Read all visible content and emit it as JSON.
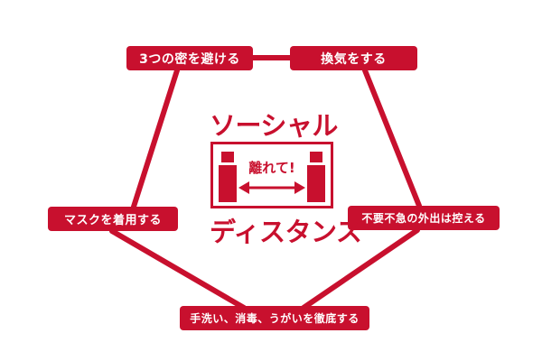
{
  "boxes": {
    "top_left": "3つの密を避ける",
    "top_right": "換気をする",
    "left": "マスクを着用する",
    "right": "不要不急の外出は控える",
    "bottom": "手洗い、消毒、うがいを徹底する"
  },
  "center": {
    "title_top": "ソーシャル",
    "title_bottom": "ディスタンス",
    "sign_text": "離れて!"
  },
  "colors": {
    "accent": "#c8102e",
    "background": "#ffffff"
  },
  "icons": [
    "person-icon",
    "person-icon",
    "double-arrow-icon"
  ]
}
